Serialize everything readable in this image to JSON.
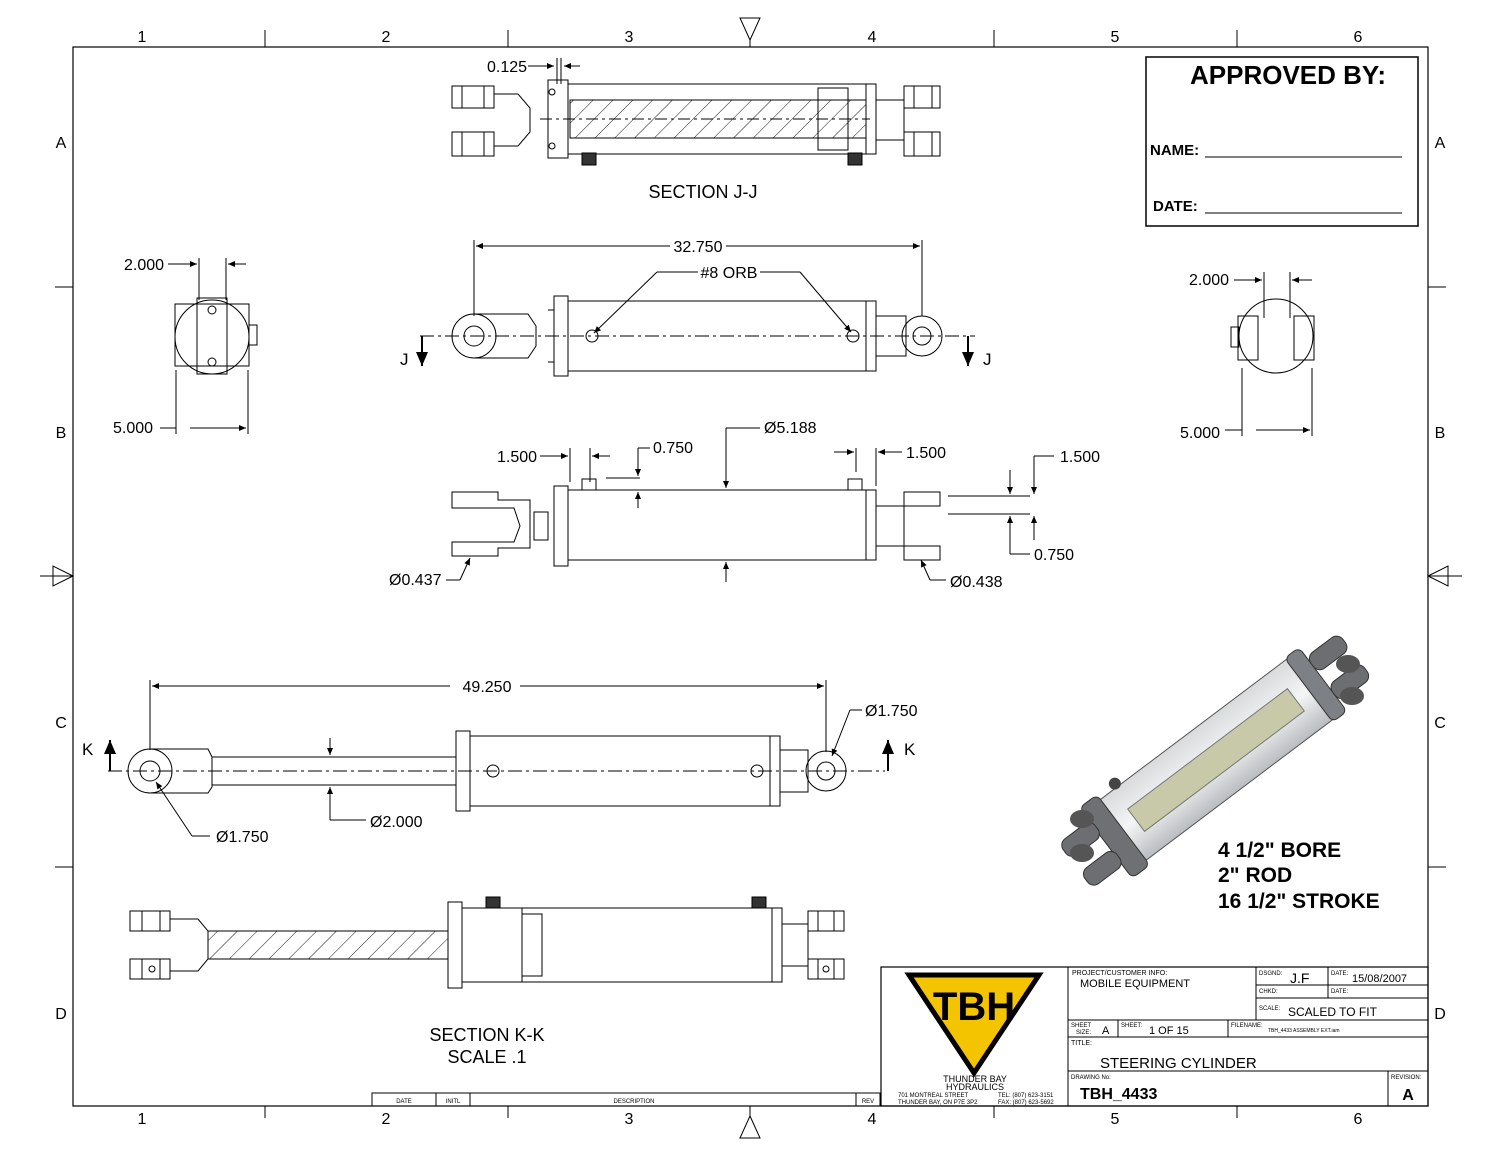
{
  "grid": {
    "columns": [
      "1",
      "2",
      "3",
      "4",
      "5",
      "6"
    ],
    "rows": [
      "A",
      "B",
      "C",
      "D"
    ]
  },
  "approval": {
    "heading": "APPROVED BY:",
    "name_label": "NAME:",
    "date_label": "DATE:"
  },
  "views": {
    "section_jj": "SECTION  J-J",
    "section_kk": "SECTION  K-K",
    "section_kk_scale": "SCALE .1",
    "cut_j": "J",
    "cut_k": "K"
  },
  "dimensions": {
    "d_0125": "0.125",
    "d_32750": "32.750",
    "orb": "#8 ORB",
    "left_2000": "2.000",
    "left_5000": "5.000",
    "right_2000": "2.000",
    "right_5000": "5.000",
    "d_1500_a": "1.500",
    "d_0750_a": "0.750",
    "dia_5188": "Ø5.188",
    "d_1500_b": "1.500",
    "d_1500_c": "1.500",
    "d_0750_b": "0.750",
    "dia_0437": "Ø0.437",
    "dia_0438": "Ø0.438",
    "d_49250": "49.250",
    "dia_1750_a": "Ø1.750",
    "dia_1750_b": "Ø1.750",
    "dia_2000": "Ø2.000"
  },
  "specs": [
    "4 1/2\" BORE",
    "2\" ROD",
    "16 1/2\" STROKE"
  ],
  "revision_table": {
    "headers": [
      "DATE",
      "INITL",
      "DESCRIPTION",
      "REV"
    ]
  },
  "title_block": {
    "logo_letters": "TBH",
    "company_line1": "THUNDER BAY",
    "company_line2": "HYDRAULICS",
    "address1": "701 MONTREAL STREET",
    "address2": "THUNDER BAY,  ON  P7E 3P2",
    "tel": "TEL: (807) 623-3151",
    "fax": "FAX: (807) 623-5692",
    "project_label": "PROJECT/CUSTOMER INFO:",
    "project_value": "MOBILE EQUIPMENT",
    "dsgnd_label": "DSGND:",
    "dsgnd_value": "J.F",
    "date_label": "DATE:",
    "date_value": "15/08/2007",
    "chkd_label": "CHKD:",
    "date2_label": "DATE:",
    "scale_label": "SCALE:",
    "scale_value": "SCALED TO FIT",
    "sheet_size_label1": "SHEET",
    "sheet_size_label2": "SIZE:",
    "sheet_size_value": "A",
    "sheet_label": "SHEET:",
    "sheet_value": "1   OF  15",
    "filename_label": "FILENAME:",
    "filename_value": "TBH_4433 ASSEMBLY EXT.iam",
    "title_label": "TITLE:",
    "title_value": "STEERING CYLINDER",
    "drawing_label": "DRAWING No:",
    "drawing_value": "TBH_4433",
    "revision_label": "REVISION:",
    "revision_value": "A"
  },
  "colors": {
    "logo_yellow": "#f5c400",
    "line": "#000000"
  }
}
